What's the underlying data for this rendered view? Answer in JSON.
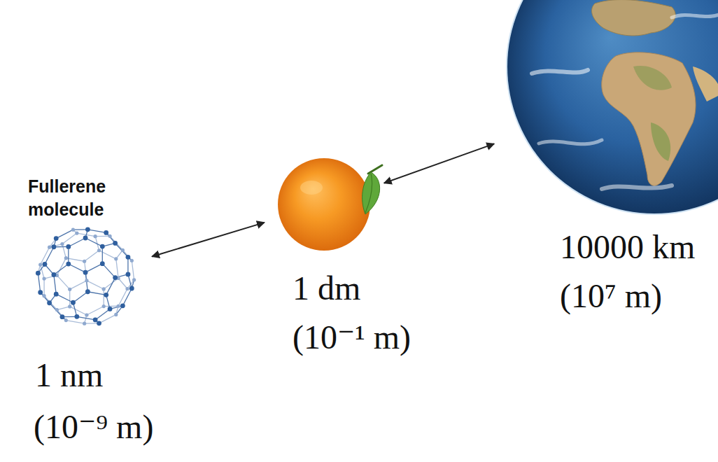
{
  "diagram": {
    "nodes": [
      {
        "text": [
          "Fullerene molecule",
          "1 nm",
          "(10⁻⁹ m)"
        ]
      },
      {
        "text": [
          "1 dm",
          "(10⁻¹ m)"
        ]
      },
      {
        "text": [
          "10000 km",
          "(10⁷ m)"
        ]
      }
    ],
    "edges": [
      {
        "from": 0,
        "to": 1,
        "arrow": "both"
      },
      {
        "from": 1,
        "to": 2,
        "arrow": "both"
      }
    ]
  }
}
